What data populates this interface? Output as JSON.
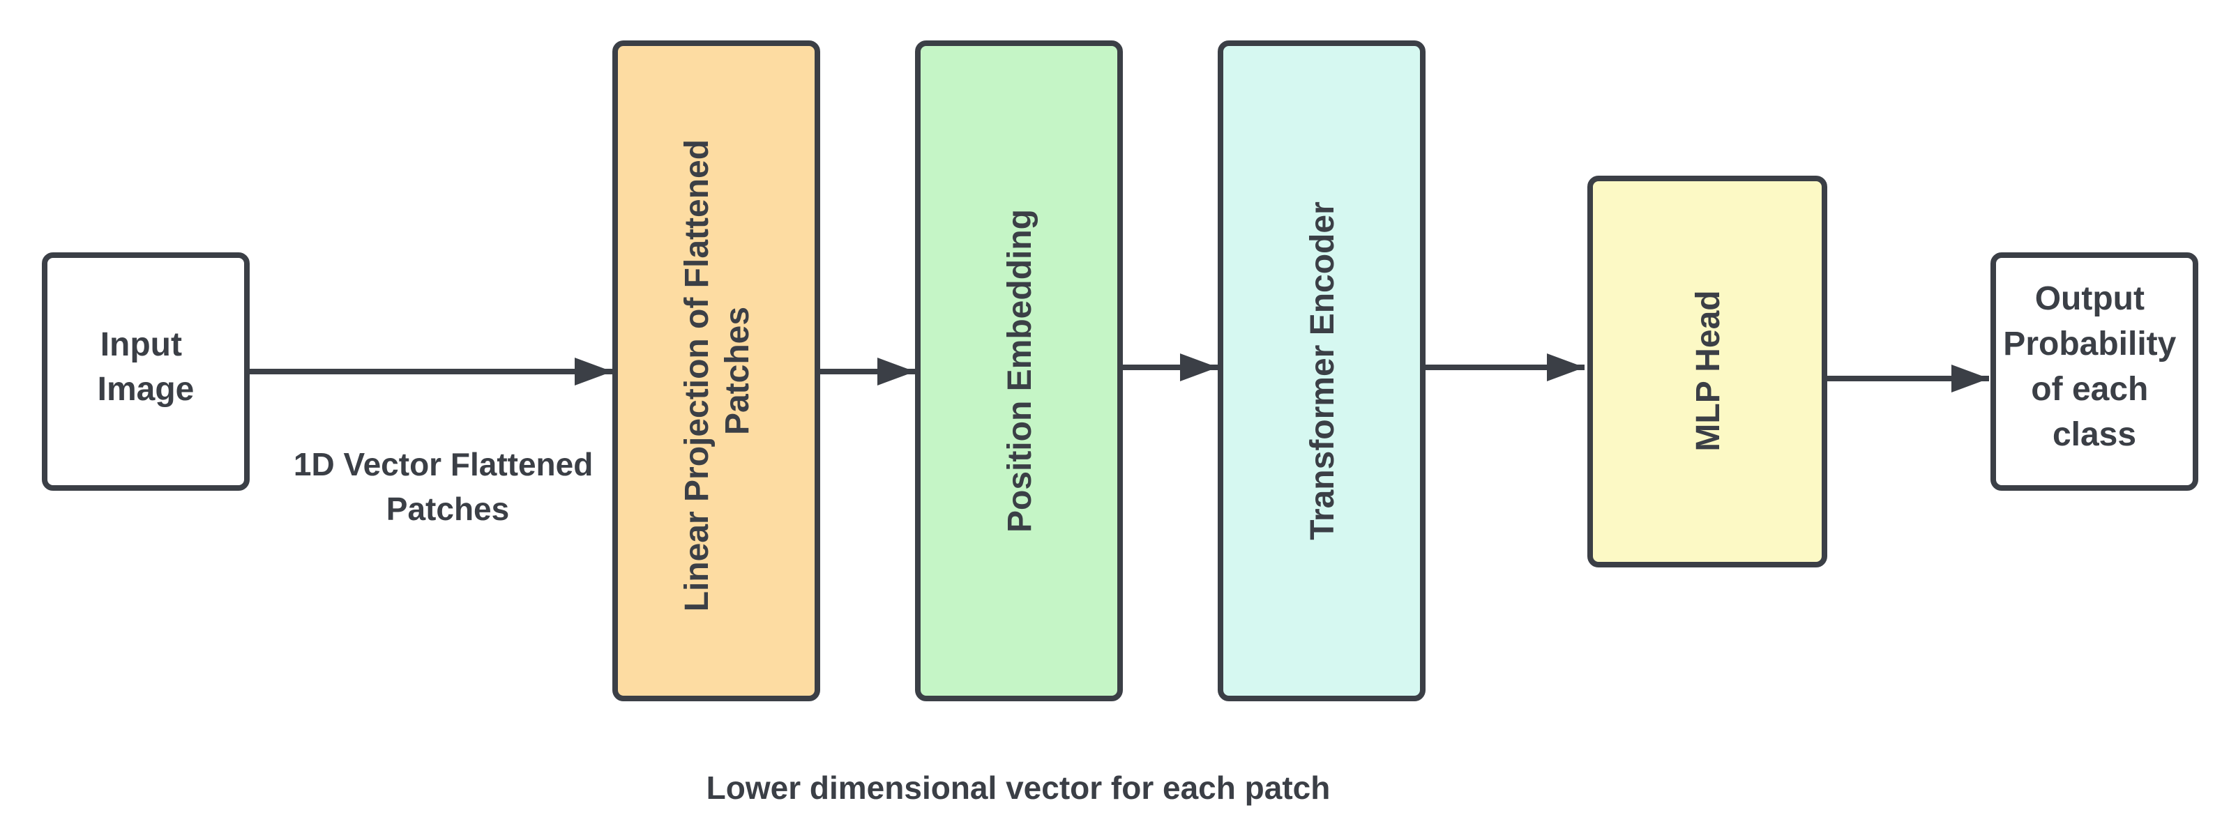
{
  "diagram": {
    "nodes": {
      "input": {
        "lines": [
          "Input",
          "Image"
        ],
        "fill": "#ffffff"
      },
      "linear": {
        "lines": [
          "Linear Projection of Flattened",
          "Patches"
        ],
        "fill": "#fddca2"
      },
      "position": {
        "lines": [
          "Position Embedding"
        ],
        "fill": "#c5f5c6"
      },
      "transformer": {
        "lines": [
          "Transformer Encoder"
        ],
        "fill": "#d6f8f1"
      },
      "mlp": {
        "lines": [
          "MLP Head"
        ],
        "fill": "#fcf9c5"
      },
      "output": {
        "lines": [
          "Output",
          "Probability",
          "of each",
          "class"
        ],
        "fill": "#ffffff"
      }
    },
    "edge_label": {
      "lines": [
        "1D Vector Flattened",
        "Patches"
      ]
    },
    "bottom_label": "Lower dimensional vector for each patch",
    "colors": {
      "stroke": "#3b3f46",
      "text": "#3b3f46"
    }
  }
}
